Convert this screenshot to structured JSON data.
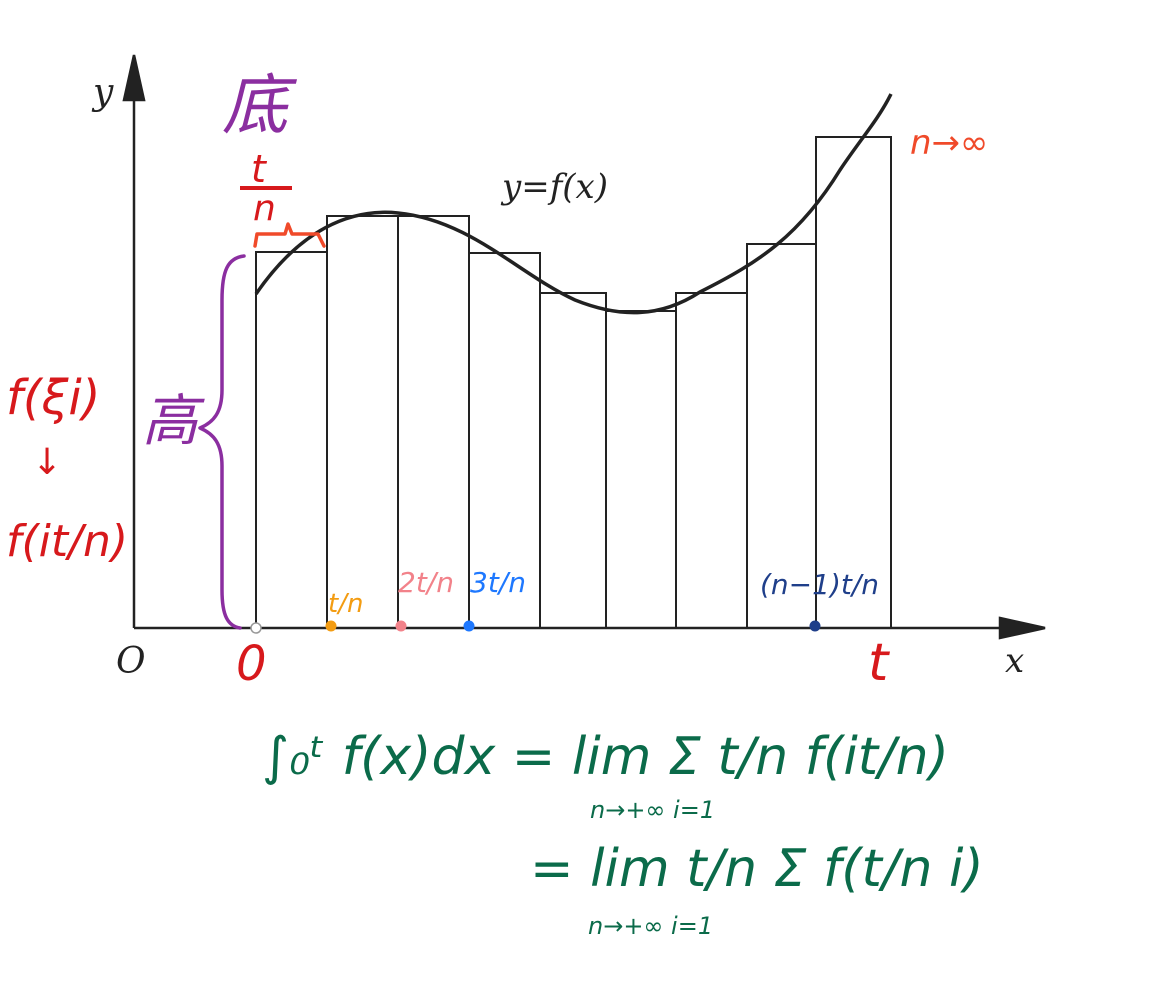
{
  "printed": {
    "y_axis": "y",
    "x_axis": "x",
    "origin": "O",
    "curve_label": "y=f(x)"
  },
  "annotations": {
    "base_word": "底",
    "base_frac_num": "t",
    "base_frac_den": "n",
    "height_word": "高",
    "height_f_xi": "f(ξi)",
    "height_arrow": "↓",
    "height_f_it_n": "f(it/n)",
    "n_to_inf": "n→∞",
    "zero": "0",
    "t_end": "t",
    "tick_t_n": "t/n",
    "tick_2t_n": "2t/n",
    "tick_3t_n": "3t/n",
    "tick_n1t_n": "(n−1)t/n"
  },
  "formula": {
    "line1_integral": "∫₀ᵗ f(x)dx = lim Σ t/n f(it/n)",
    "line1_sub": "n→+∞   i=1",
    "line2": "= lim t/n Σ f(t/n i)",
    "line2_sub": "n→+∞   i=1"
  },
  "colors": {
    "printed": "#222222",
    "red": "#d7191c",
    "orange_red": "#f04a2a",
    "purple": "#8b2ea0",
    "orange": "#f39c12",
    "pink": "#f2828a",
    "blue": "#1e78ff",
    "navy": "#1f3f8a",
    "green": "#0b6b4a"
  }
}
